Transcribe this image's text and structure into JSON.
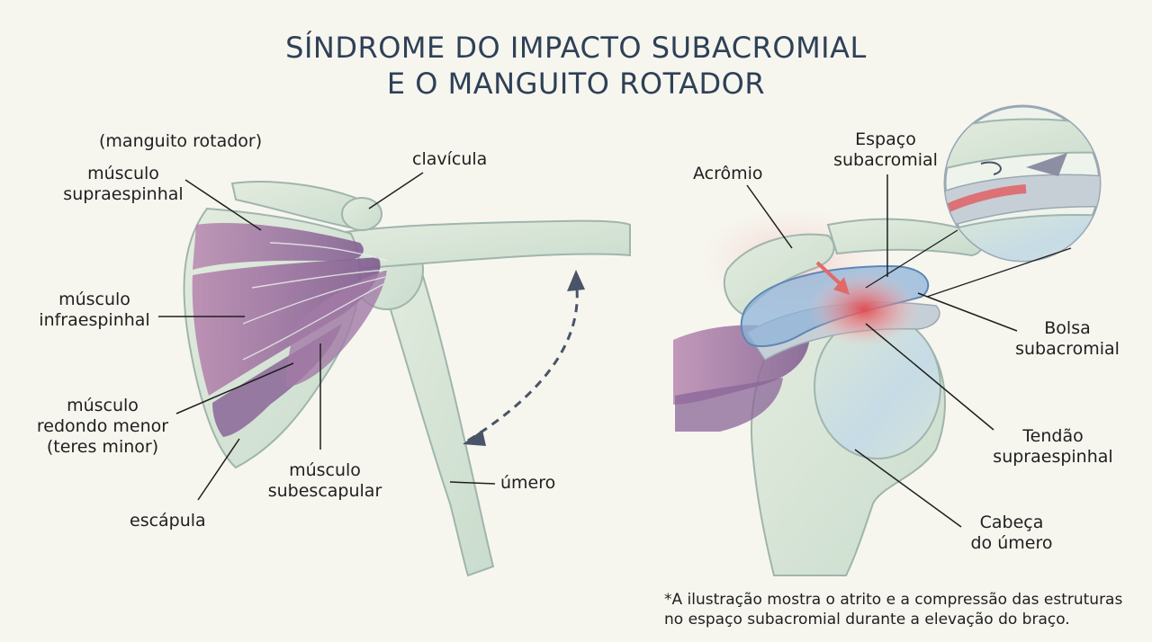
{
  "title": {
    "line1": "SÍNDROME DO IMPACTO SUBACROMIAL",
    "line2": "E O MANGUITO ROTADOR"
  },
  "left_labels": {
    "rotator_cuff": "(manguito rotador)",
    "supraspinatus_1": "músculo",
    "supraspinatus_2": "supraespinhal",
    "clavicle": "clavícula",
    "infraspinatus_1": "músculo",
    "infraspinatus_2": "infraespinhal",
    "teres_1": "músculo",
    "teres_2": "redondo menor",
    "teres_3": "(teres minor)",
    "subscapularis_1": "músculo",
    "subscapularis_2": "subescapular",
    "humerus": "úmero",
    "scapula": "escápula"
  },
  "right_labels": {
    "acromion": "Acrômio",
    "space_1": "Espaço",
    "space_2": "subacromial",
    "bursa_1": "Bolsa",
    "bursa_2": "subacromial",
    "tendon_1": "Tendão",
    "tendon_2": "supraespinhal",
    "head_1": "Cabeça",
    "head_2": "do úmero"
  },
  "footnote": {
    "line1": "*A ilustração mostra o atrito e a compressão das estruturas",
    "line2": "no espaço subacromial durante a elevação do braço."
  },
  "colors": {
    "bone": "#d4e3d4",
    "bone_outline": "#9fb5ad",
    "muscle": "#9a6f9a",
    "bursa": "#8fb3d8",
    "inflammation": "#e5484d",
    "arrow": "#4a5468",
    "title": "#2f4057"
  }
}
